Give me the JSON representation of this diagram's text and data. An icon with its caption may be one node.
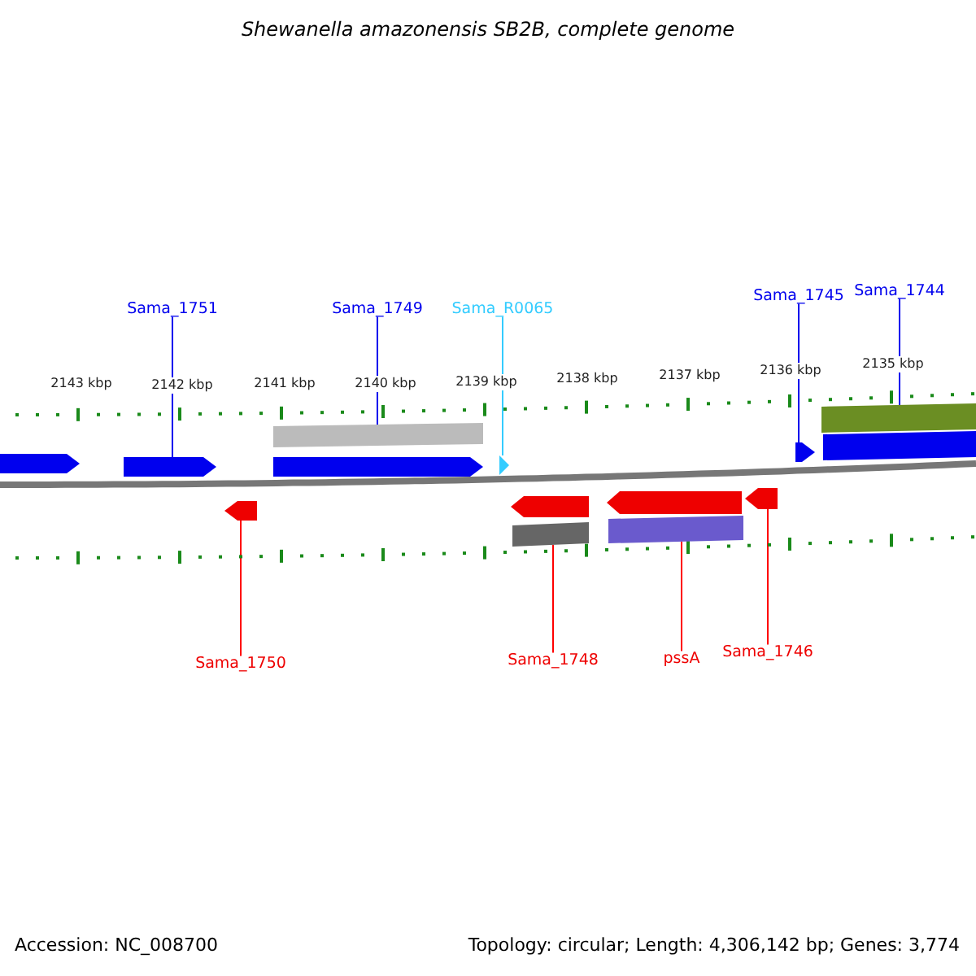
{
  "diagram": {
    "title": "Shewanella amazonensis SB2B, complete genome",
    "nodes": [
      {
        "text": [
          "Sama_1751"
        ]
      },
      {
        "text": [
          "Sama_1749"
        ]
      },
      {
        "text": [
          "Sama_R0065"
        ]
      },
      {
        "text": [
          "Sama_1745"
        ]
      },
      {
        "text": [
          "Sama_1744"
        ]
      },
      {
        "text": [
          "Sama_1750"
        ]
      },
      {
        "text": [
          "Sama_1748"
        ]
      },
      {
        "text": [
          "pssA"
        ]
      },
      {
        "text": [
          "Sama_1746"
        ]
      },
      {
        "text": [],
        "shape": "pentagon"
      },
      {
        "text": [],
        "shape": "pentagon"
      },
      {
        "text": [],
        "shape": "bar"
      },
      {
        "text": [],
        "shape": "pentagon"
      },
      {
        "text": [],
        "shape": "pentagon"
      },
      {
        "text": [],
        "shape": "pentagon"
      },
      {
        "text": [],
        "shape": "bar"
      },
      {
        "text": [],
        "shape": "bar"
      },
      {
        "text": [],
        "shape": "pentagon"
      },
      {
        "text": [],
        "shape": "pentagon"
      },
      {
        "text": [],
        "shape": "pentagon"
      },
      {
        "text": [],
        "shape": "pentagon"
      },
      {
        "text": [],
        "shape": "bar"
      },
      {
        "text": [],
        "shape": "bar"
      }
    ],
    "edges": [
      {
        "from": 0,
        "to": 10,
        "arrow": "none"
      },
      {
        "from": 1,
        "to": 11,
        "arrow": "none"
      },
      {
        "from": 2,
        "to": 13,
        "arrow": "none",
        "color": "#33ccff"
      },
      {
        "from": 3,
        "to": 14,
        "arrow": "none"
      },
      {
        "from": 4,
        "to": 16,
        "arrow": "none"
      },
      {
        "from": 5,
        "to": 17,
        "arrow": "none",
        "color": "#ff0000"
      },
      {
        "from": 6,
        "to": 21,
        "arrow": "none",
        "color": "#ff0000"
      },
      {
        "from": 7,
        "to": 22,
        "arrow": "none",
        "color": "#ff0000"
      },
      {
        "from": 8,
        "to": 20,
        "arrow": "none",
        "color": "#ff0000"
      }
    ],
    "labels": [
      "2143 kbp",
      "2142 kbp",
      "2141 kbp",
      "2140 kbp",
      "2139 kbp",
      "2138 kbp",
      "2137 kbp",
      "2136 kbp",
      "2135 kbp",
      "Accession: NC_008700",
      "Topology: circular; Length: 4,306,142 bp; Genes: 3,774"
    ]
  }
}
